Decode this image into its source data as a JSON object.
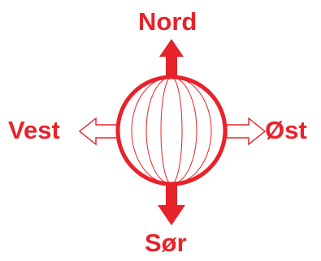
{
  "colors": {
    "accent": "#e8222a",
    "background": "#ffffff"
  },
  "directions": {
    "north": "Nord",
    "south": "Sør",
    "west": "Vest",
    "east": "Øst"
  },
  "icons": {
    "globe": "globe-icon",
    "north_arrow": "arrow-up-filled-icon",
    "south_arrow": "arrow-down-filled-icon",
    "west_arrow": "arrow-left-outline-icon",
    "east_arrow": "arrow-right-outline-icon"
  }
}
